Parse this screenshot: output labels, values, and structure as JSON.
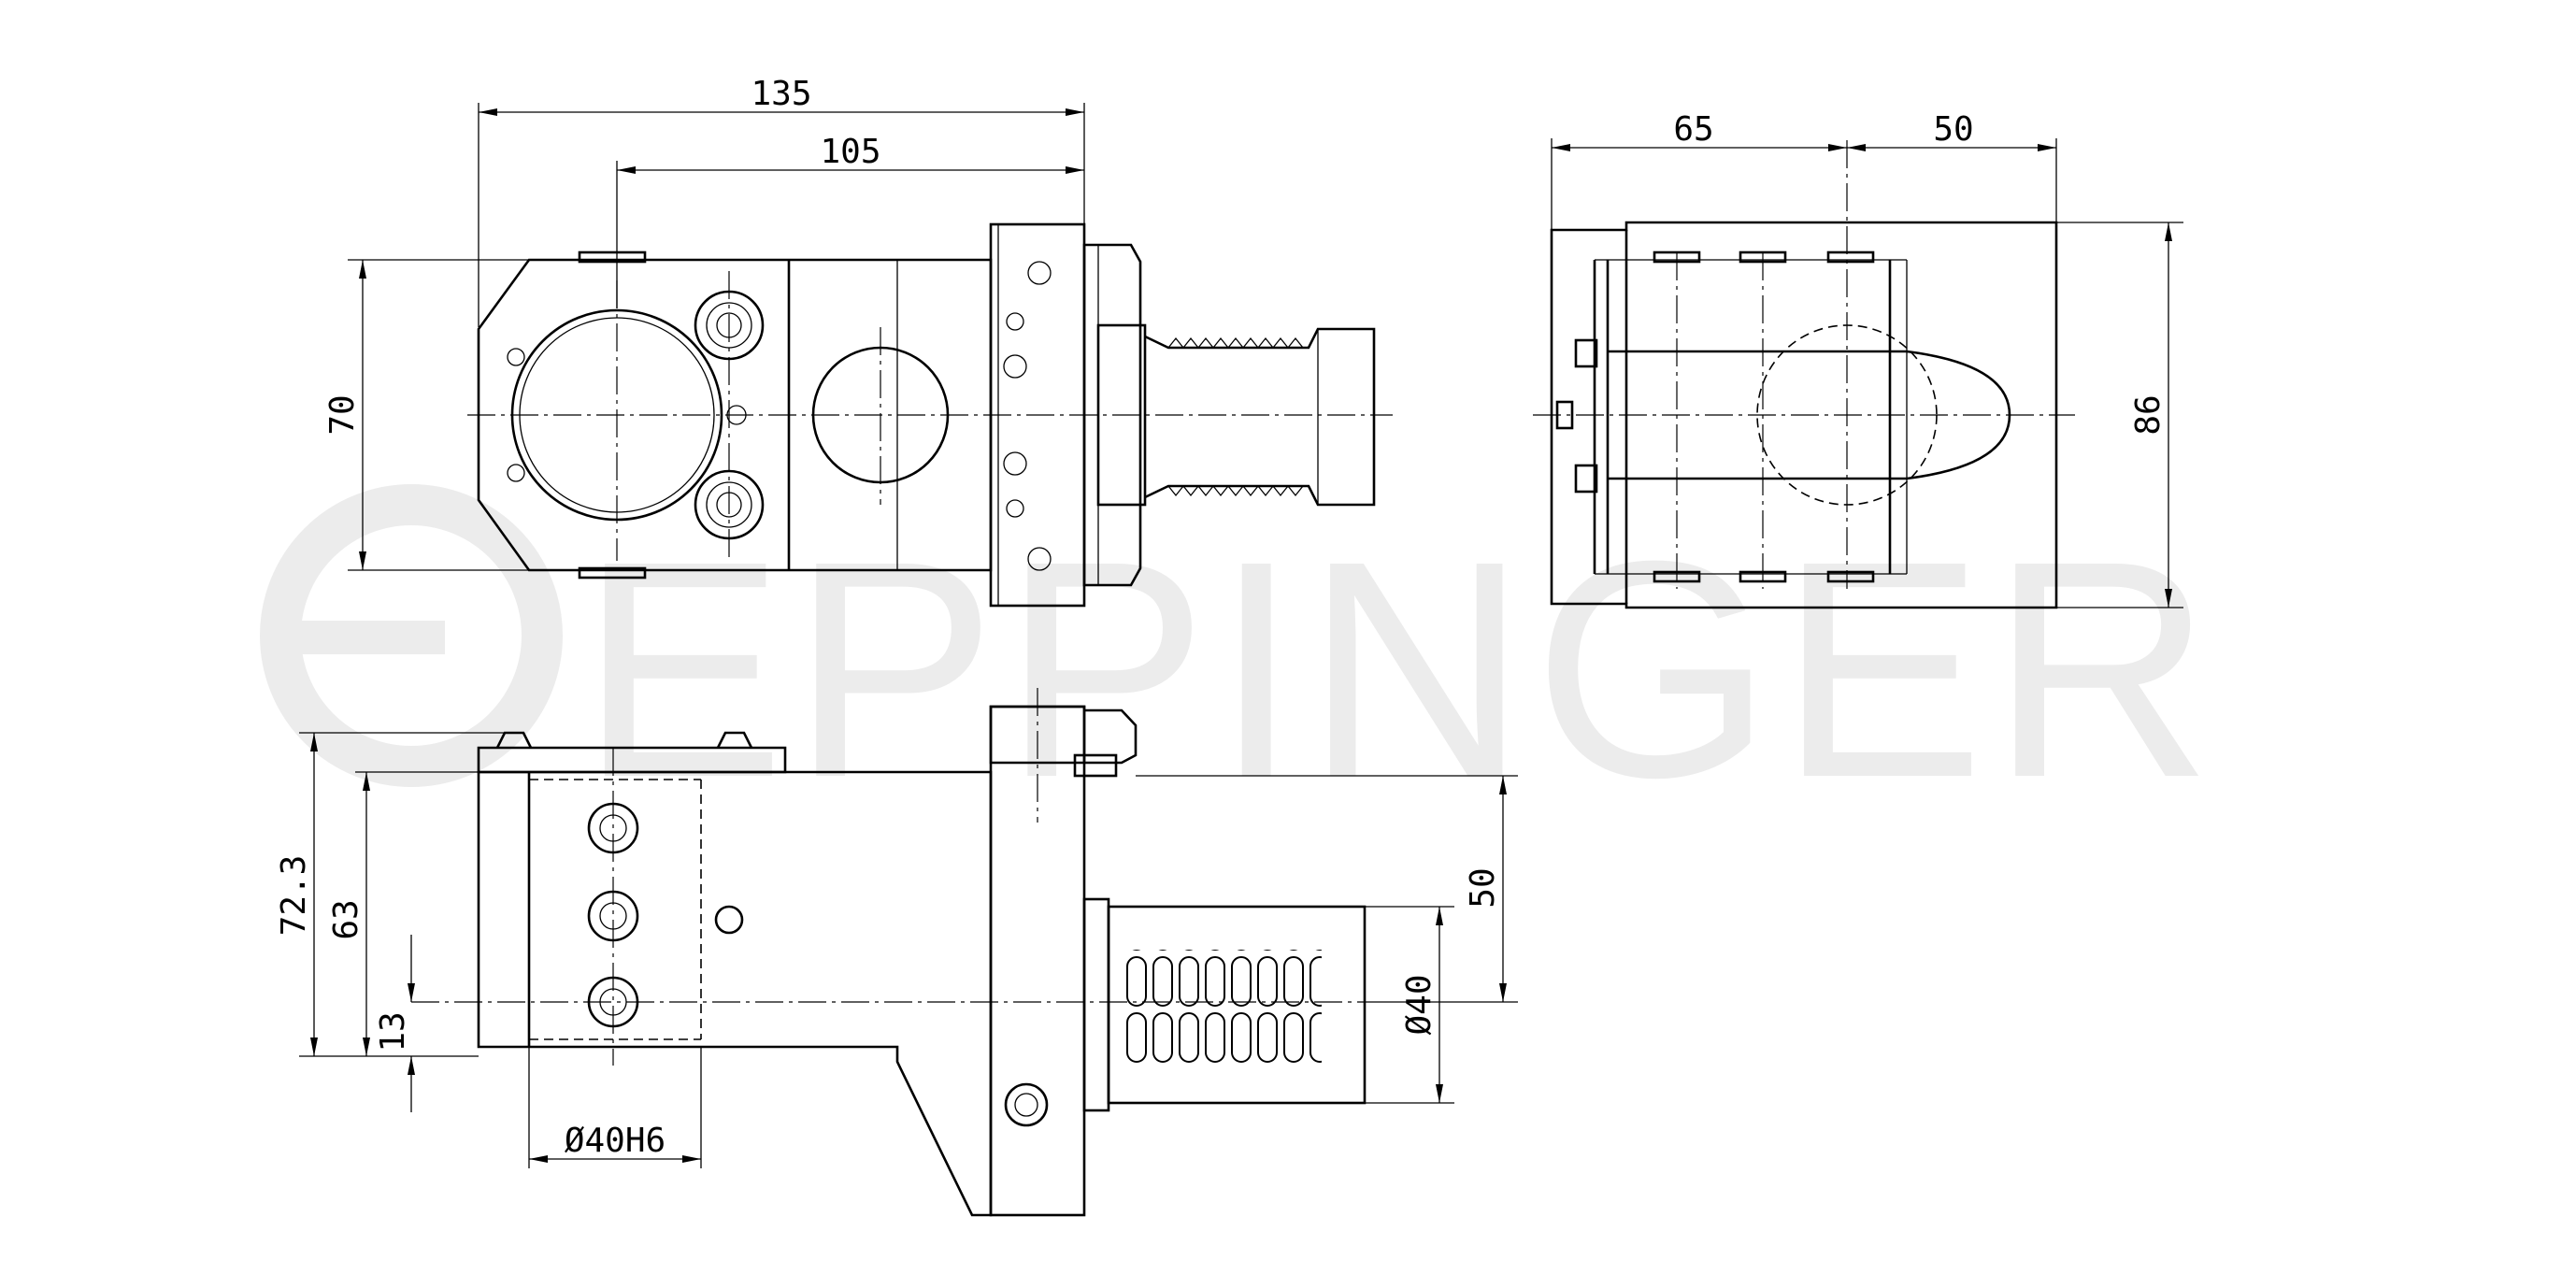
{
  "watermark": {
    "text": "EPPINGER",
    "color": "#ececec"
  },
  "icons": {
    "logo": "eppinger-logo-icon"
  },
  "dimensions": {
    "top_overall_length": "135",
    "top_axis_to_face": "105",
    "top_height": "70",
    "side_width_a": "65",
    "side_width_b": "50",
    "side_height": "86",
    "front_total_height": "72.3",
    "front_body_height": "63",
    "front_bore_offset": "13",
    "front_bore_diameter": "Ø40H6",
    "shank_axis_height": "50",
    "shank_diameter": "Ø40"
  }
}
